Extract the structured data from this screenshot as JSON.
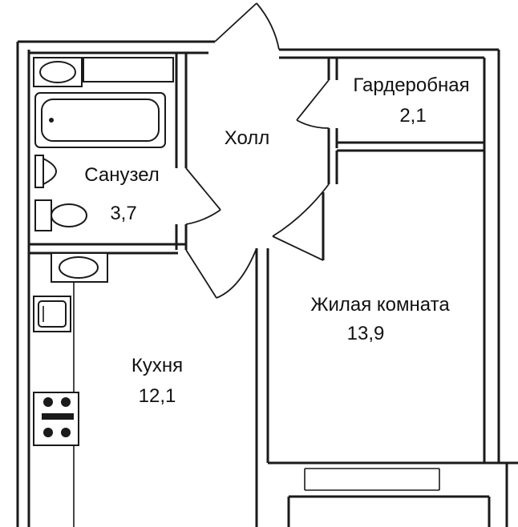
{
  "plan": {
    "rooms": [
      {
        "id": "hall",
        "name": "Холл",
        "area": ""
      },
      {
        "id": "wardrobe",
        "name": "Гардеробная",
        "area": "2,1"
      },
      {
        "id": "bathroom",
        "name": "Санузел",
        "area": "3,7"
      },
      {
        "id": "living",
        "name": "Жилая комната",
        "area": "13,9"
      },
      {
        "id": "kitchen",
        "name": "Кухня",
        "area": "12,1"
      }
    ]
  }
}
